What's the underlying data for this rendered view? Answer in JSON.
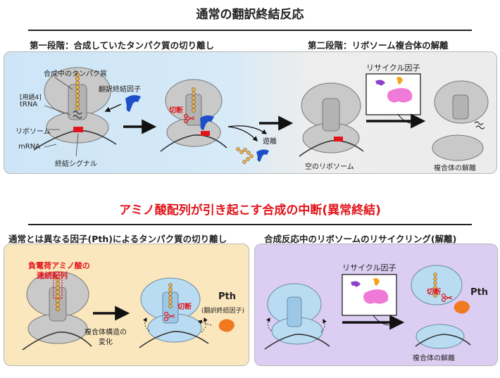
{
  "top": {
    "title": "通常の翻訳終結反応",
    "stage1": "第一段階：合成していたタンパク質の切り離し",
    "stage2": "第二段階：リボソーム複合体の解離",
    "labels": {
      "nascent": "合成中のタンパク質",
      "term_factor": "翻訳終結因子",
      "term_ref": "[用語4]",
      "trna": "tRNA",
      "ribosome": "リボソーム",
      "mrna": "mRNA",
      "stop_signal": "終結シグナル",
      "cleave": "切断",
      "release": "遊離",
      "empty_ribosome": "空のリボソーム",
      "recycling_factor": "リサイクル因子",
      "dissociation": "複合体の解離"
    }
  },
  "bottom": {
    "title": "アミノ酸配列が引き起こす合成の中断(異常終結)",
    "left_title": "通常とは異なる因子(Pth)によるタンパク質の切り離し",
    "right_title": "合成反応中のリボソームのリサイクリング(解離)",
    "labels": {
      "neg_charge_1": "負電荷アミノ酸の",
      "neg_charge_2": "連続配列",
      "cleave": "切断",
      "pth": "Pth",
      "pth_note": "(翻訳終結因子)",
      "conf_change_1": "複合体構造の",
      "conf_change_2": "変化",
      "recycling_factor": "リサイクル因子",
      "cleave2": "切断",
      "pth2": "Pth",
      "dissociation": "複合体の解離"
    }
  },
  "colors": {
    "blue_panel": "#cfe6f7",
    "gray_panel": "#ececec",
    "orange_panel": "#fbe7bd",
    "purple_panel": "#dccdf2",
    "ribosome_gray": "#c9c9c9",
    "ribosome_blue": "#b9dcf3",
    "factor_blue": "#1f4fc8",
    "pth_orange": "#f07a22",
    "recycle_pink": "#f07ad8",
    "recycle_purple": "#8a3fc8",
    "recycle_orange": "#f2a41c",
    "stop_red": "#e1141b",
    "accent_red": "#e1141b"
  }
}
